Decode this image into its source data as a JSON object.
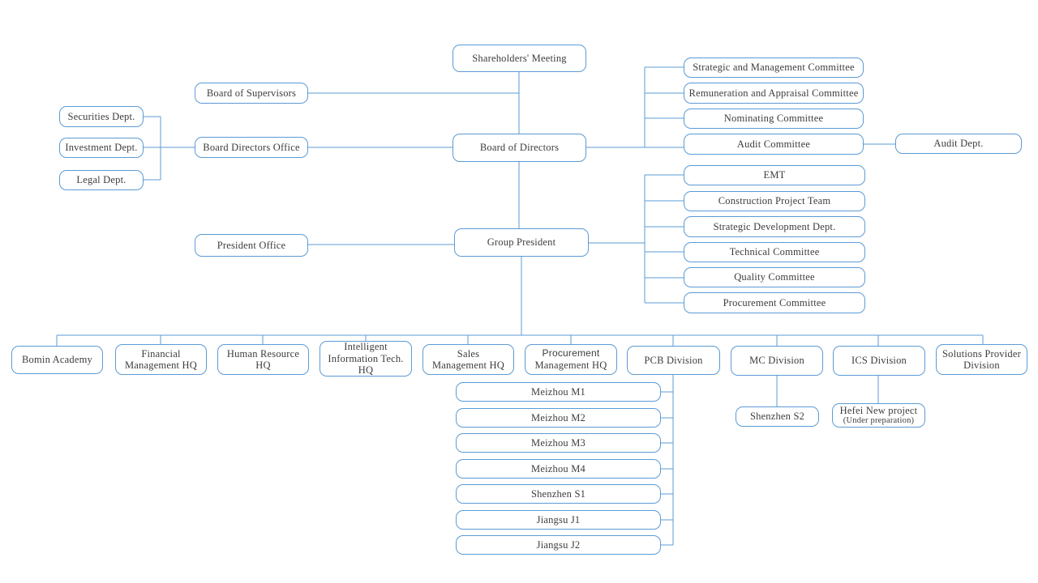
{
  "colors": {
    "accent": "#5b9bd5",
    "text": "#3d3d3d",
    "background": "#ffffff"
  },
  "nodes": {
    "shareholders_meeting": {
      "label": "Shareholders'  Meeting"
    },
    "board_of_supervisors": {
      "label": "Board of Supervisors"
    },
    "securities_dept": {
      "label": "Securities Dept."
    },
    "investment_dept": {
      "label": "Investment Dept."
    },
    "legal_dept": {
      "label": "Legal  Dept."
    },
    "board_directors_office": {
      "label": "Board Directors Office"
    },
    "board_of_directors": {
      "label": "Board of Directors"
    },
    "strategic_management_committee": {
      "label": "Strategic  and Management  Committee"
    },
    "remuneration_appraisal_committee": {
      "label": "Remuneration and Appraisal Committee"
    },
    "nominating_committee": {
      "label": "Nominating  Committee"
    },
    "audit_committee": {
      "label": "Audit Committee"
    },
    "audit_dept": {
      "label": "Audit Dept."
    },
    "emt": {
      "label": "EMT"
    },
    "construction_project_team": {
      "label": "Construction Project  Team"
    },
    "strategic_development_dept": {
      "label": "Strategic  Development Dept."
    },
    "technical_committee": {
      "label": "Technical  Committee"
    },
    "quality_committee": {
      "label": "Quality Committee"
    },
    "procurement_committee": {
      "label": "Procurement  Committee"
    },
    "president_office": {
      "label": "President  Office"
    },
    "group_president": {
      "label": "Group President"
    },
    "bomin_academy": {
      "label": "Bomin  Academy"
    },
    "financial_management_hq": {
      "lines": [
        "Financial",
        "Management HQ"
      ]
    },
    "human_resource_hq": {
      "lines": [
        "Human Resource",
        "HQ"
      ]
    },
    "intelligent_information_tech_hq": {
      "lines": [
        "Intelligent",
        "Information Tech.",
        "HQ"
      ]
    },
    "sales_management_hq": {
      "lines": [
        "Sales",
        "Management HQ"
      ]
    },
    "procurement_management_hq": {
      "lines": [
        "Procurement",
        "Management HQ"
      ]
    },
    "pcb_division": {
      "label": "PCB Division"
    },
    "mc_division": {
      "label": "MC Division"
    },
    "ics_division": {
      "label": "ICS  Division"
    },
    "solutions_provider_division": {
      "lines": [
        "Solutions Provider",
        "Division"
      ]
    },
    "meizhou_m1": {
      "label": "Meizhou M1"
    },
    "meizhou_m2": {
      "label": "Meizhou M2"
    },
    "meizhou_m3": {
      "label": "Meizhou M3"
    },
    "meizhou_m4": {
      "label": "Meizhou M4"
    },
    "shenzhen_s1": {
      "label": "Shenzhen S1"
    },
    "jiangsu_j1": {
      "label": "Jiangsu J1"
    },
    "jiangsu_j2": {
      "label": "Jiangsu J2"
    },
    "shenzhen_s2": {
      "label": "Shenzhen S2"
    },
    "hefei_new_project": {
      "lines": [
        "Hefei New project",
        "(Under preparation)"
      ]
    }
  }
}
